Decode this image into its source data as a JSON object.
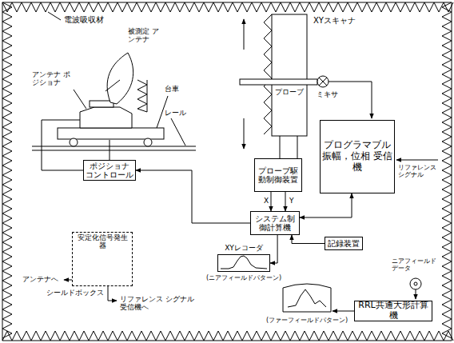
{
  "diagram": {
    "nodes": [
      {
        "text": [
          "ポジショナ コントロール"
        ]
      },
      {
        "text": [
          "プローブ駆動制御装置"
        ]
      },
      {
        "text": [
          "プログラマブル 振幅，位相 受信機"
        ]
      },
      {
        "text": [
          "システム制御計算機"
        ]
      },
      {
        "text": [
          "記録装置"
        ]
      },
      {
        "text": [
          "XYレコーダ",
          "(ニアフィールドパターン)"
        ]
      },
      {
        "text": [
          "(ファーフィールドパターン)"
        ]
      },
      {
        "text": [
          "RRL共通大形計算機"
        ]
      },
      {
        "text": [
          "安定化信号発生器"
        ]
      }
    ],
    "edges": [
      {
        "from": 3,
        "to": 0,
        "arrow": "to"
      },
      {
        "from": 1,
        "to": 3,
        "label": "X",
        "arrow": "to"
      },
      {
        "from": 1,
        "to": 3,
        "label": "Y",
        "arrow": "to"
      },
      {
        "from": 2,
        "to": 3,
        "arrow": "both"
      },
      {
        "from": 4,
        "to": 3,
        "arrow": "to"
      },
      {
        "from": 3,
        "to": 5,
        "arrow": "to"
      },
      {
        "from": 7,
        "to": 6,
        "arrow": "to"
      }
    ],
    "labels": [
      "電波吸収材",
      "被測定 アンテナ",
      "アンテナ ポジショナ",
      "台車",
      "レール",
      "XYスキャナ",
      "プローブ",
      "ミキサ",
      "リファレンス シグナル",
      "アンテナへ",
      "シールドボックス",
      "リファレンス シグナル 受信機へ",
      "ニアフィールド データ"
    ]
  }
}
